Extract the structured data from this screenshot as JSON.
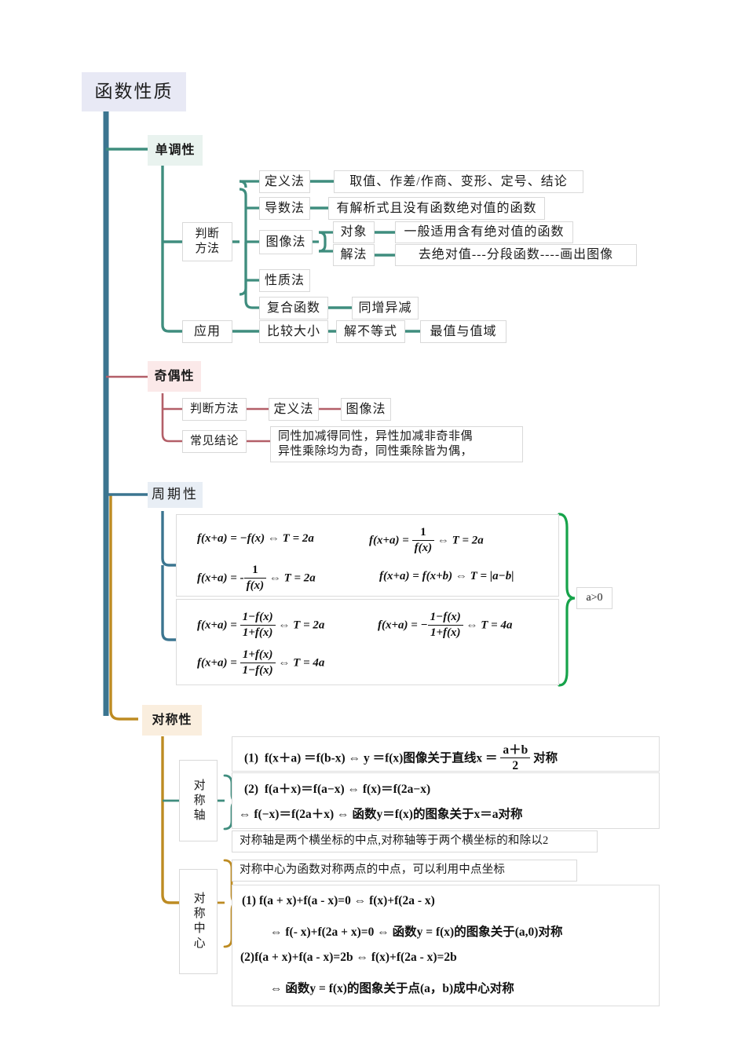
{
  "title": "函数性质",
  "root": {
    "label": "函数性质"
  },
  "branches": {
    "monotonic": {
      "label": "单调性",
      "color": "#3f8d7e",
      "bg": "#e9f3ef",
      "judge_label": "判断\n方法",
      "methods": [
        {
          "label": "定义法",
          "detail": "取值、作差/作商、变形、定号、结论"
        },
        {
          "label": "导数法",
          "detail": "有解析式且没有函数绝对值的函数"
        },
        {
          "label": "图像法",
          "subs": [
            {
              "label": "对象",
              "detail": "一般适用含有绝对值的函数"
            },
            {
              "label": "解法",
              "detail": "去绝对值---分段函数----画出图像"
            }
          ]
        },
        {
          "label": "性质法",
          "detail": ""
        },
        {
          "label": "复合函数",
          "detail": "同增异减"
        }
      ],
      "apply_label": "应用",
      "apply_chain": [
        "比较大小",
        "解不等式",
        "最值与值域"
      ]
    },
    "parity": {
      "label": "奇偶性",
      "color": "#b35f68",
      "bg": "#fbe9e9",
      "judge_label": "判断方法",
      "judge_chain": [
        "定义法",
        "图像法"
      ],
      "conclusion_label": "常见结论",
      "conclusion_text": "同性加减得同性，异性加减非奇非偶\n异性乘除均为奇，同性乘除皆为偶，"
    },
    "period": {
      "label": "周期性",
      "color": "#3b7590",
      "bg": "#e8eef5",
      "brace_color": "#16a34a",
      "condition": "a>0",
      "group1": [
        "f(x+a) = -f(x) ⇔ T = 2a",
        "f(x+a) = 1/f(x) ⇔ T = 2a",
        "f(x+a) = -1/f(x) ⇔ T = 2a",
        "f(x+a) = f(x+b) ⇔ T = |a-b|"
      ],
      "group2": [
        "f(x+a) = (1-f(x))/(1+f(x)) ⇔ T = 2a",
        "f(x+a) = -(1-f(x))/(1+f(x)) ⇔ T = 4a",
        "f(x+a) = (1+f(x))/(1-f(x)) ⇔ T = 4a"
      ]
    },
    "symmetry": {
      "label": "对称性",
      "color": "#bd8b22",
      "bg": "#faeede",
      "axis": {
        "label": "对称轴",
        "color": "#3f8d7e",
        "line1": "(1) f(x+a) =f(b-x) ⇔ y =f(x)图像关于直线x = (a+b)/2 对称",
        "line2": "(2) f(a+x)=f(a−x) ⇔ f(x)=f(2a−x)",
        "line3": "⇔ f(−x)=f(2a+x) ⇔ 函数y＝f(x)的图象关于x＝a对称",
        "note": "对称轴是两个横坐标的中点,对称轴等于两个横坐标的和除以2"
      },
      "center": {
        "label": "对称中心",
        "color": "#bd8b22",
        "note": "对称中心为函数对称两点的中点，可以利用中点坐标",
        "line1": "(1) f(a + x)+f(a - x)=0 ⇔ f(x)+f(2a - x)",
        "line2": "⇔ f(- x)+f(2a + x)=0 ⇔ 函数y = f(x)的图象关于(a,0)对称",
        "line3": "(2)f(a + x)+f(a - x)=2b ⇔ f(x)+f(2a - x)=2b",
        "line4": "⇔ 函数y = f(x)的图象关于点(a，b)成中心对称"
      }
    }
  }
}
